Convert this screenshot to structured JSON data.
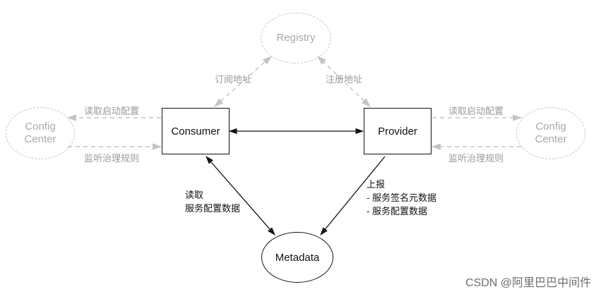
{
  "nodes": {
    "registry": "Registry",
    "config_center_left": [
      "Config",
      "Center"
    ],
    "config_center_right": [
      "Config",
      "Center"
    ],
    "consumer": "Consumer",
    "provider": "Provider",
    "metadata": "Metadata"
  },
  "edges": {
    "consumer_registry": "订阅地址",
    "provider_registry": "注册地址",
    "left_read_config": "读取启动配置",
    "left_listen_rules": "监听治理规则",
    "right_read_config": "读取启动配置",
    "right_listen_rules": "监听治理规则",
    "consumer_metadata": [
      "读取",
      "服务配置数据"
    ],
    "provider_metadata": [
      "上报",
      "- 服务签名元数据",
      "- 服务配置数据"
    ]
  },
  "watermark": "CSDN @阿里巴巴中间件",
  "colors": {
    "ghost": "#c4c4c4",
    "ghost_text": "#9a9a9a",
    "solid": "#111111"
  }
}
